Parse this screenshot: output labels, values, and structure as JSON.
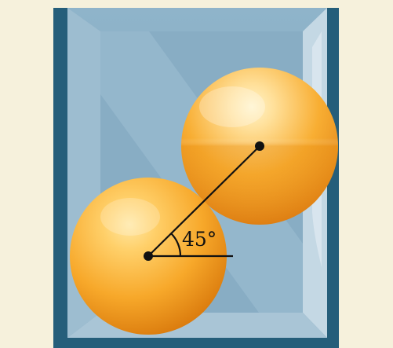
{
  "diagram": {
    "angle_label": "45°",
    "angle_degrees": 45,
    "objects": [
      "lower-sphere",
      "upper-sphere",
      "center-connector-line",
      "horizontal-reference-line"
    ]
  },
  "colors": {
    "page_background": "#f6f1dc",
    "container_wall": "#245f7a",
    "glass_light": "#b7cfdd",
    "glass_mid": "#8fb2c8",
    "sphere_orange": "#f5a826",
    "line": "#111111"
  }
}
